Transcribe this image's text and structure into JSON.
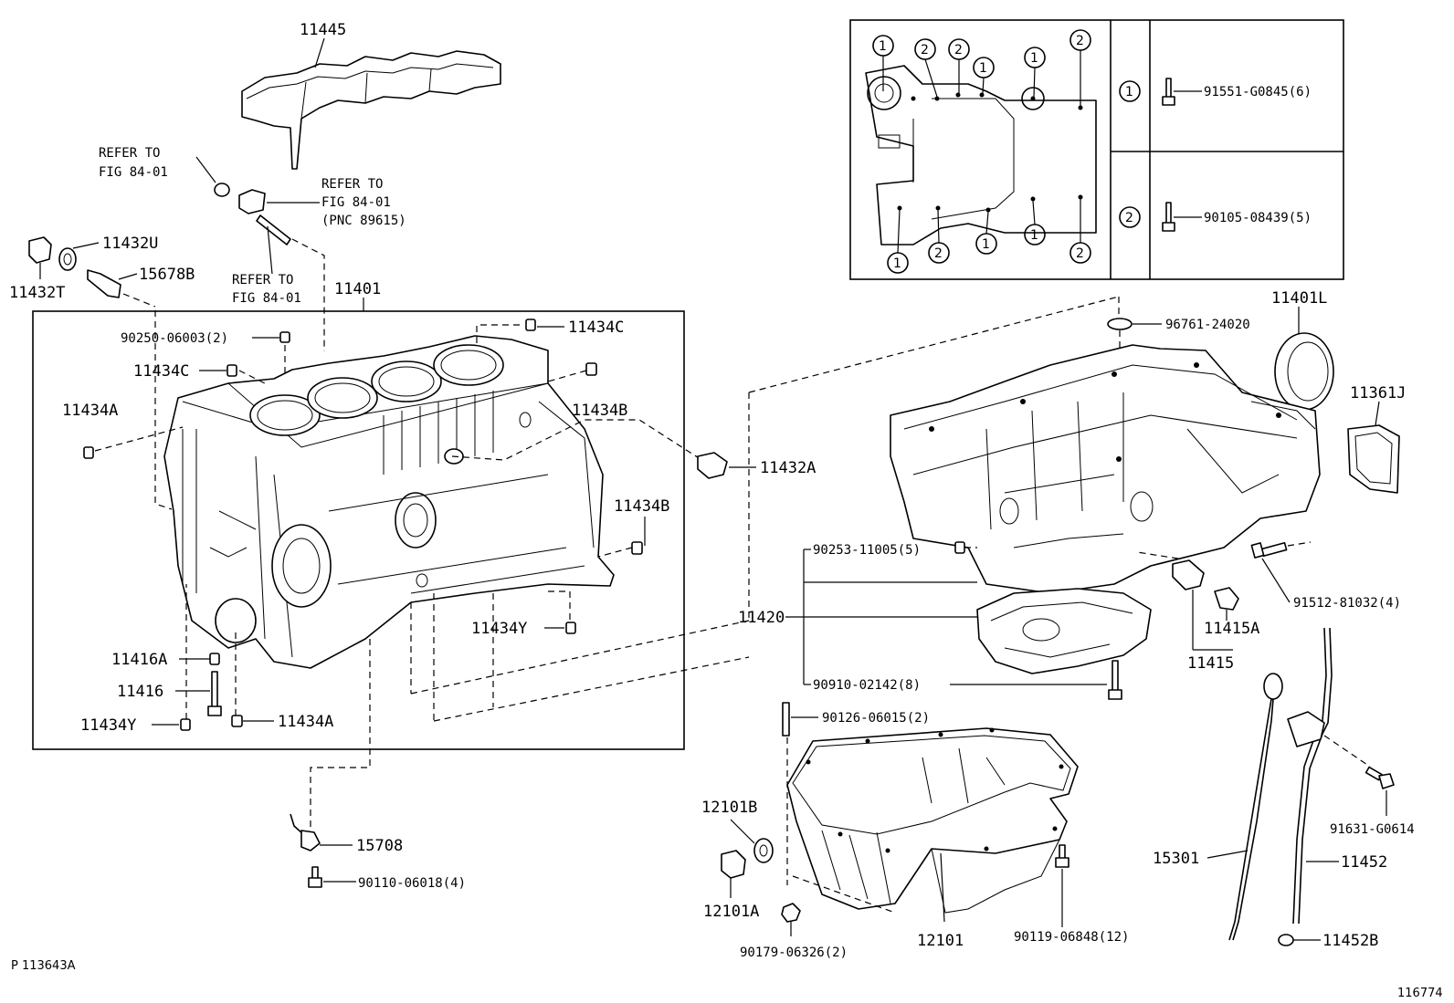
{
  "labels": {
    "l11445": "11445",
    "refer1a": "REFER TO",
    "refer1b": "FIG 84-01",
    "refer2a": "REFER TO",
    "refer2b": "FIG 84-01",
    "refer2c": "(PNC 89615)",
    "refer3a": "REFER TO",
    "refer3b": "FIG 84-01",
    "l11432U": "11432U",
    "l15678B": "15678B",
    "l11432T": "11432T",
    "l11401": "11401",
    "l90250": "90250-06003(2)",
    "l11434C_top": "11434C",
    "l11434C_left": "11434C",
    "l11434A_left": "11434A",
    "l11434B_top": "11434B",
    "l11432A": "11432A",
    "l11434B_right": "11434B",
    "l11434Y_mid": "11434Y",
    "l11416A": "11416A",
    "l11416": "11416",
    "l11434Y_bot": "11434Y",
    "l11434A_bot": "11434A",
    "l15708": "15708",
    "l90110": "90110-06018(4)",
    "l96761": "96761-24020",
    "l11401L": "11401L",
    "l11361J": "11361J",
    "l90253": "90253-11005(5)",
    "l11420": "11420",
    "l91512": "91512-81032(4)",
    "l11415A": "11415A",
    "l11415": "11415",
    "l90910": "90910-02142(8)",
    "l90126": "90126-06015(2)",
    "l12101B": "12101B",
    "l12101A": "12101A",
    "l90179": "90179-06326(2)",
    "l12101": "12101",
    "l90119": "90119-06848(12)",
    "l15301": "15301",
    "l11452": "11452",
    "l91631": "91631-G0614",
    "l11452B": "11452B",
    "l91551": "91551-G0845(6)",
    "l90105": "90105-08439(5)",
    "footer_left": "P 113643A",
    "footer_right": "116774"
  },
  "inset_legend": {
    "marker1": "1",
    "marker2": "2"
  }
}
